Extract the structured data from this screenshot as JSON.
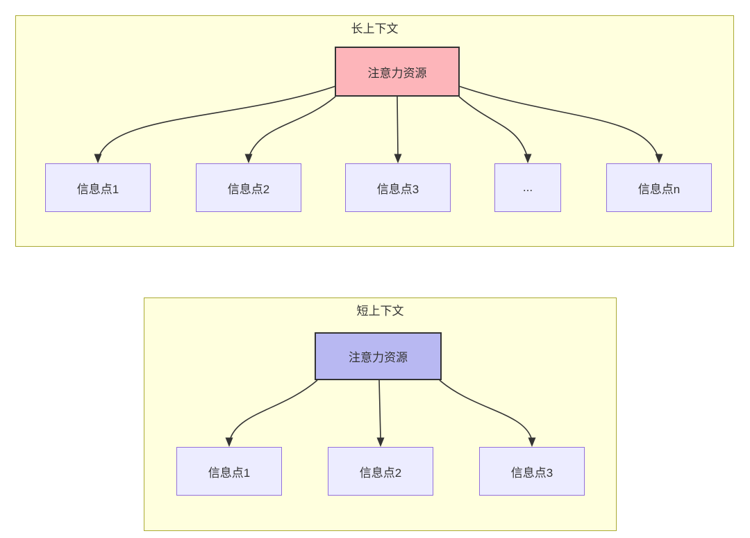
{
  "colors": {
    "panel_fill": "#ffffde",
    "panel_border": "#aaaa33",
    "info_node_fill": "#ececff",
    "info_node_border": "#9370db",
    "attention_long_fill": "#fdb5ba",
    "attention_short_fill": "#b8b8f2",
    "attention_node_border": "#333333",
    "edge_color": "#333333",
    "text_color": "#333333"
  },
  "long_context": {
    "title": "长上下文",
    "attention_label": "注意力资源",
    "info_points": [
      "信息点1",
      "信息点2",
      "信息点3",
      "...",
      "信息点n"
    ]
  },
  "short_context": {
    "title": "短上下文",
    "attention_label": "注意力资源",
    "info_points": [
      "信息点1",
      "信息点2",
      "信息点3"
    ]
  }
}
